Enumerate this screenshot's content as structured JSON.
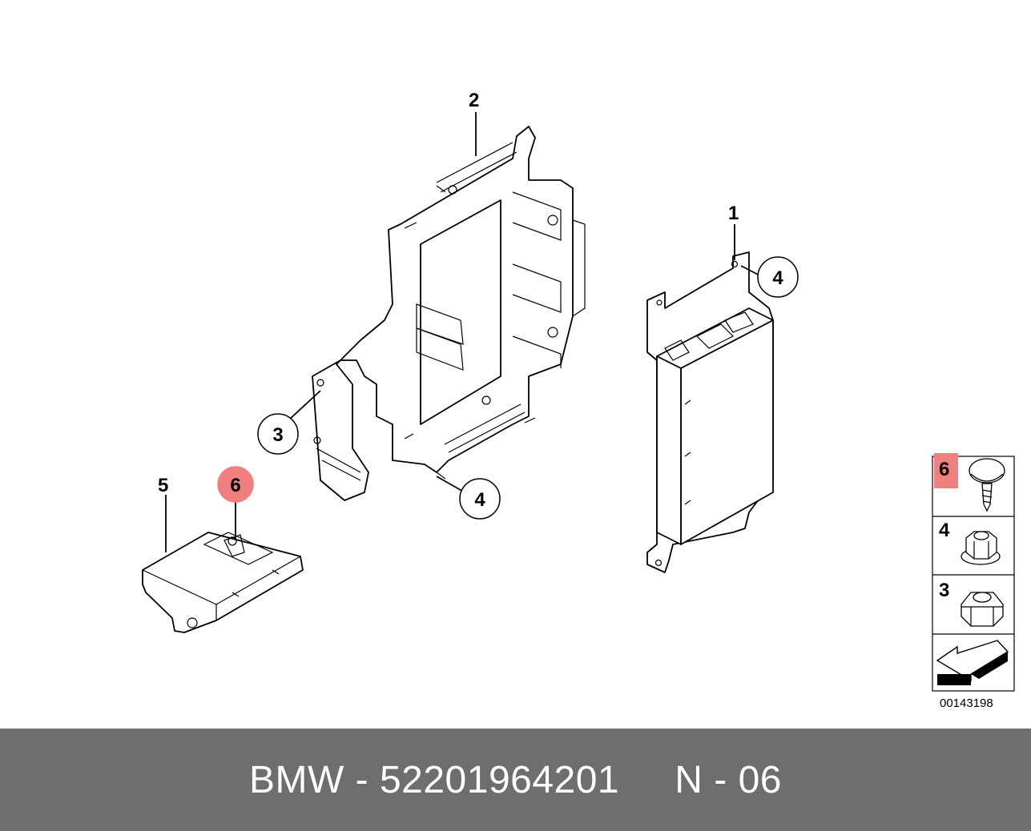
{
  "callouts": {
    "part_1": "1",
    "part_2": "2",
    "part_3": "3",
    "part_4a": "4",
    "part_4b": "4",
    "part_5": "5",
    "part_6": "6"
  },
  "legend": {
    "items": [
      {
        "label": "6",
        "highlighted": true,
        "icon": "screw-icon"
      },
      {
        "label": "4",
        "highlighted": false,
        "icon": "flange-nut-icon"
      },
      {
        "label": "3",
        "highlighted": false,
        "icon": "hex-nut-icon"
      }
    ],
    "arrow_icon": "direction-arrow-icon"
  },
  "catalog_number": "00143198",
  "footer": {
    "text": "BMW - 52201964201     N - 06"
  },
  "colors": {
    "highlight": "#f08080",
    "footer_bg": "#6e6e6e",
    "footer_text": "#ffffff"
  }
}
